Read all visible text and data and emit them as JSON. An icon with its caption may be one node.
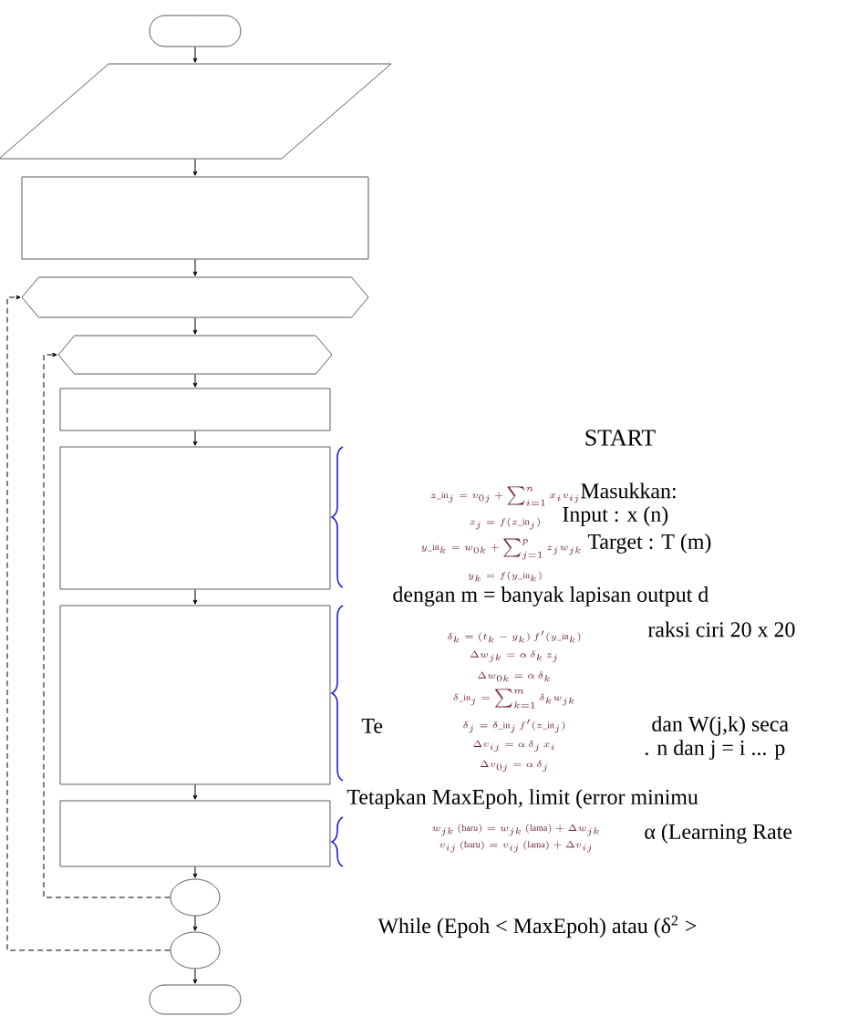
{
  "diagram": {
    "nodes": [
      {
        "text": [],
        "shape": "oval"
      },
      {
        "text": [],
        "shape": "parallelogram"
      },
      {
        "text": [],
        "shape": "box"
      },
      {
        "text": [],
        "shape": "hexagon"
      },
      {
        "text": [],
        "shape": "hexagon"
      },
      {
        "text": [],
        "shape": "box"
      },
      {
        "text": [],
        "shape": "box"
      },
      {
        "text": [],
        "shape": "box"
      },
      {
        "text": [],
        "shape": "box"
      },
      {
        "text": [],
        "shape": "circle"
      },
      {
        "text": [],
        "shape": "circle"
      },
      {
        "text": [],
        "shape": "oval"
      }
    ],
    "edges": [
      {
        "from": 0,
        "to": 1,
        "arrow": "to"
      },
      {
        "from": 1,
        "to": 2,
        "arrow": "to"
      },
      {
        "from": 2,
        "to": 3,
        "arrow": "to"
      },
      {
        "from": 3,
        "to": 4,
        "arrow": "to"
      },
      {
        "from": 4,
        "to": 5,
        "arrow": "to"
      },
      {
        "from": 5,
        "to": 6,
        "arrow": "to"
      },
      {
        "from": 6,
        "to": 7,
        "arrow": "to"
      },
      {
        "from": 7,
        "to": 8,
        "arrow": "to"
      },
      {
        "from": 8,
        "to": 9,
        "arrow": "to"
      },
      {
        "from": 9,
        "to": 10,
        "arrow": "to"
      },
      {
        "from": 10,
        "to": 11,
        "arrow": "to"
      },
      {
        "from": 9,
        "to": 4,
        "arrow": "to",
        "style": "dashed"
      },
      {
        "from": 10,
        "to": 3,
        "arrow": "to",
        "style": "dashed"
      }
    ],
    "labels": [
      "START",
      "Masukkan:",
      "z\\_\\mathrm{in}_j = v_{0j} + \\sum_{i=1}^{n} x_i v_{ij}",
      "Input : x (n)",
      "z_j = f(z\\_\\mathrm{in}_j)",
      "Target : T (m)",
      "y\\_\\mathrm{in}_k = w_{0k} + \\sum_{j=1}^{p} z_j w_{jk}",
      "y_k = f(y\\_\\mathrm{in}_k)",
      "dengan m = banyak lapisan output d",
      "raksi ciri 20 x 20",
      "\\delta_k = (t_k - y_k)\\, f'(y\\_\\mathrm{in}_k)",
      "\\Delta w_{jk} = \\alpha\\, \\delta_k\\, z_j",
      "\\Delta w_{0k} = \\alpha\\, \\delta_k",
      "\\delta\\_\\mathrm{in}_j = \\sum_{k=1}^{m} \\delta_k w_{jk}",
      "Te",
      "\\delta_j = \\delta\\_\\mathrm{in}_j\\, f'(z\\_\\mathrm{in}_j)",
      "dan W(j,k) seca",
      ". n dan j = i ... p",
      "\\Delta v_{ij} = \\alpha\\, \\delta_j\\, x_i",
      "\\Delta v_{0j} = \\alpha\\, \\delta_j",
      "Tetapkan MaxEpoh, limit (error minimu",
      "w_{jk}\\,(\\mathrm{baru}) = w_{jk}\\,(\\mathrm{lama}) + \\Delta w_{jk}",
      "α (Learning Rate",
      "v_{ij}\\,(\\mathrm{baru}) = v_{ij}\\,(\\mathrm{lama}) + \\Delta v_{ij}",
      "While (Epoh < MaxEpoh) atau (δ$^{2}$ >"
    ]
  }
}
